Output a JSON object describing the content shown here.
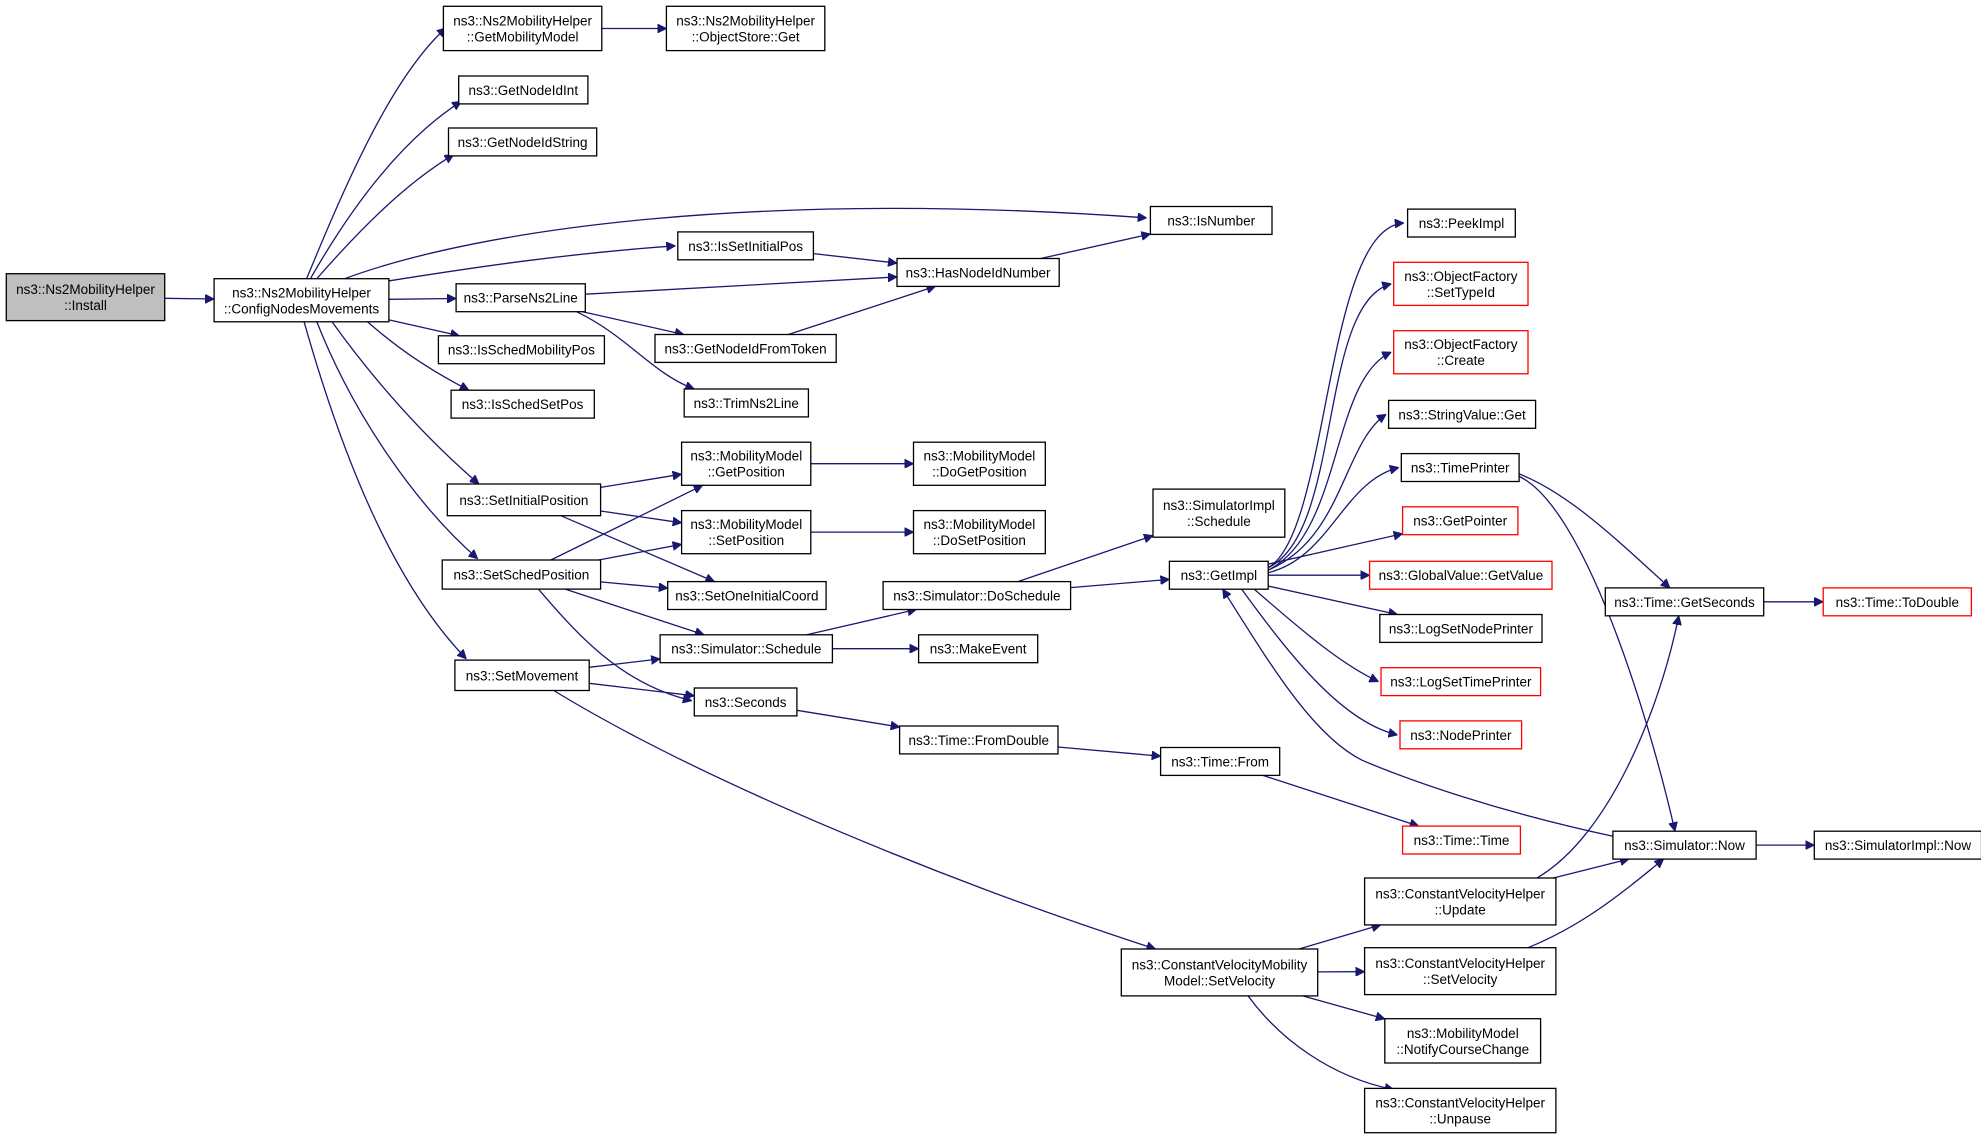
{
  "diagram": {
    "colors": {
      "edge": "#191970",
      "root_fill": "#bfbfbf",
      "node_border": "#000000",
      "truncated_node_border": "#ff0000"
    },
    "nodes": [
      {
        "id": "install",
        "lines": [
          "ns3::Ns2MobilityHelper",
          "::Install"
        ],
        "style": "root"
      },
      {
        "id": "config",
        "lines": [
          "ns3::Ns2MobilityHelper",
          "::ConfigNodesMovements"
        ]
      },
      {
        "id": "getMobilityModel",
        "lines": [
          "ns3::Ns2MobilityHelper",
          "::GetMobilityModel"
        ]
      },
      {
        "id": "objectStoreGet",
        "lines": [
          "ns3::Ns2MobilityHelper",
          "::ObjectStore::Get"
        ]
      },
      {
        "id": "getNodeIdInt",
        "lines": [
          "ns3::GetNodeIdInt"
        ]
      },
      {
        "id": "getNodeIdString",
        "lines": [
          "ns3::GetNodeIdString"
        ]
      },
      {
        "id": "isNumber",
        "lines": [
          "ns3::IsNumber"
        ]
      },
      {
        "id": "isSetInitialPos",
        "lines": [
          "ns3::IsSetInitialPos"
        ]
      },
      {
        "id": "hasNodeIdNumber",
        "lines": [
          "ns3::HasNodeIdNumber"
        ]
      },
      {
        "id": "parseNs2Line",
        "lines": [
          "ns3::ParseNs2Line"
        ]
      },
      {
        "id": "getNodeIdFromToken",
        "lines": [
          "ns3::GetNodeIdFromToken"
        ]
      },
      {
        "id": "trimNs2Line",
        "lines": [
          "ns3::TrimNs2Line"
        ]
      },
      {
        "id": "isSchedMobilityPos",
        "lines": [
          "ns3::IsSchedMobilityPos"
        ]
      },
      {
        "id": "isSchedSetPos",
        "lines": [
          "ns3::IsSchedSetPos"
        ]
      },
      {
        "id": "setInitialPosition",
        "lines": [
          "ns3::SetInitialPosition"
        ]
      },
      {
        "id": "mmGetPosition",
        "lines": [
          "ns3::MobilityModel",
          "::GetPosition"
        ]
      },
      {
        "id": "mmDoGetPosition",
        "lines": [
          "ns3::MobilityModel",
          "::DoGetPosition"
        ]
      },
      {
        "id": "mmSetPosition",
        "lines": [
          "ns3::MobilityModel",
          "::SetPosition"
        ]
      },
      {
        "id": "mmDoSetPosition",
        "lines": [
          "ns3::MobilityModel",
          "::DoSetPosition"
        ]
      },
      {
        "id": "setSchedPosition",
        "lines": [
          "ns3::SetSchedPosition"
        ]
      },
      {
        "id": "setOneInitialCoord",
        "lines": [
          "ns3::SetOneInitialCoord"
        ]
      },
      {
        "id": "simDoSchedule",
        "lines": [
          "ns3::Simulator::DoSchedule"
        ]
      },
      {
        "id": "simImplSchedule",
        "lines": [
          "ns3::SimulatorImpl",
          "::Schedule"
        ]
      },
      {
        "id": "getImpl",
        "lines": [
          "ns3::GetImpl"
        ]
      },
      {
        "id": "setMovement",
        "lines": [
          "ns3::SetMovement"
        ]
      },
      {
        "id": "simSchedule",
        "lines": [
          "ns3::Simulator::Schedule"
        ]
      },
      {
        "id": "makeEvent",
        "lines": [
          "ns3::MakeEvent"
        ]
      },
      {
        "id": "seconds",
        "lines": [
          "ns3::Seconds"
        ]
      },
      {
        "id": "timeFromDouble",
        "lines": [
          "ns3::Time::FromDouble"
        ]
      },
      {
        "id": "timeFrom",
        "lines": [
          "ns3::Time::From"
        ]
      },
      {
        "id": "timeTime",
        "lines": [
          "ns3::Time::Time"
        ],
        "style": "red"
      },
      {
        "id": "peekImpl",
        "lines": [
          "ns3::PeekImpl"
        ]
      },
      {
        "id": "ofSetTypeId",
        "lines": [
          "ns3::ObjectFactory",
          "::SetTypeId"
        ],
        "style": "red"
      },
      {
        "id": "ofCreate",
        "lines": [
          "ns3::ObjectFactory",
          "::Create"
        ],
        "style": "red"
      },
      {
        "id": "stringValueGet",
        "lines": [
          "ns3::StringValue::Get"
        ]
      },
      {
        "id": "timePrinter",
        "lines": [
          "ns3::TimePrinter"
        ]
      },
      {
        "id": "getPointer",
        "lines": [
          "ns3::GetPointer"
        ],
        "style": "red"
      },
      {
        "id": "globalValueGetValue",
        "lines": [
          "ns3::GlobalValue::GetValue"
        ],
        "style": "red"
      },
      {
        "id": "logSetNodePrinter",
        "lines": [
          "ns3::LogSetNodePrinter"
        ]
      },
      {
        "id": "logSetTimePrinter",
        "lines": [
          "ns3::LogSetTimePrinter"
        ],
        "style": "red"
      },
      {
        "id": "nodePrinter",
        "lines": [
          "ns3::NodePrinter"
        ],
        "style": "red"
      },
      {
        "id": "timeGetSeconds",
        "lines": [
          "ns3::Time::GetSeconds"
        ]
      },
      {
        "id": "timeToDouble",
        "lines": [
          "ns3::Time::ToDouble"
        ],
        "style": "red"
      },
      {
        "id": "simNow",
        "lines": [
          "ns3::Simulator::Now"
        ]
      },
      {
        "id": "simImplNow",
        "lines": [
          "ns3::SimulatorImpl::Now"
        ]
      },
      {
        "id": "cvhUpdate",
        "lines": [
          "ns3::ConstantVelocityHelper",
          "::Update"
        ]
      },
      {
        "id": "cvmmSetVelocity",
        "lines": [
          "ns3::ConstantVelocityMobility",
          "Model::SetVelocity"
        ]
      },
      {
        "id": "cvhSetVelocity",
        "lines": [
          "ns3::ConstantVelocityHelper",
          "::SetVelocity"
        ]
      },
      {
        "id": "mmNotifyCourseChange",
        "lines": [
          "ns3::MobilityModel",
          "::NotifyCourseChange"
        ]
      },
      {
        "id": "cvhUnpause",
        "lines": [
          "ns3::ConstantVelocityHelper",
          "::Unpause"
        ]
      }
    ],
    "edges": [
      [
        "install",
        "config"
      ],
      [
        "config",
        "getMobilityModel"
      ],
      [
        "config",
        "getNodeIdInt"
      ],
      [
        "config",
        "getNodeIdString"
      ],
      [
        "config",
        "isNumber"
      ],
      [
        "config",
        "isSetInitialPos"
      ],
      [
        "config",
        "parseNs2Line"
      ],
      [
        "config",
        "isSchedMobilityPos"
      ],
      [
        "config",
        "isSchedSetPos"
      ],
      [
        "config",
        "setInitialPosition"
      ],
      [
        "config",
        "setSchedPosition"
      ],
      [
        "config",
        "setMovement"
      ],
      [
        "getMobilityModel",
        "objectStoreGet"
      ],
      [
        "isSetInitialPos",
        "hasNodeIdNumber"
      ],
      [
        "hasNodeIdNumber",
        "isNumber"
      ],
      [
        "parseNs2Line",
        "hasNodeIdNumber"
      ],
      [
        "parseNs2Line",
        "getNodeIdFromToken"
      ],
      [
        "parseNs2Line",
        "trimNs2Line"
      ],
      [
        "getNodeIdFromToken",
        "hasNodeIdNumber"
      ],
      [
        "setInitialPosition",
        "mmGetPosition"
      ],
      [
        "setInitialPosition",
        "mmSetPosition"
      ],
      [
        "setInitialPosition",
        "setOneInitialCoord"
      ],
      [
        "setSchedPosition",
        "mmGetPosition"
      ],
      [
        "setSchedPosition",
        "mmSetPosition"
      ],
      [
        "setSchedPosition",
        "setOneInitialCoord"
      ],
      [
        "setSchedPosition",
        "simSchedule"
      ],
      [
        "setSchedPosition",
        "seconds"
      ],
      [
        "mmGetPosition",
        "mmDoGetPosition"
      ],
      [
        "mmSetPosition",
        "mmDoSetPosition"
      ],
      [
        "setMovement",
        "simSchedule"
      ],
      [
        "setMovement",
        "seconds"
      ],
      [
        "setMovement",
        "cvmmSetVelocity"
      ],
      [
        "simSchedule",
        "simDoSchedule"
      ],
      [
        "simSchedule",
        "makeEvent"
      ],
      [
        "simDoSchedule",
        "simImplSchedule"
      ],
      [
        "simDoSchedule",
        "getImpl"
      ],
      [
        "seconds",
        "timeFromDouble"
      ],
      [
        "timeFromDouble",
        "timeFrom"
      ],
      [
        "timeFrom",
        "timeTime"
      ],
      [
        "getImpl",
        "peekImpl"
      ],
      [
        "getImpl",
        "ofSetTypeId"
      ],
      [
        "getImpl",
        "ofCreate"
      ],
      [
        "getImpl",
        "stringValueGet"
      ],
      [
        "getImpl",
        "timePrinter"
      ],
      [
        "getImpl",
        "getPointer"
      ],
      [
        "getImpl",
        "globalValueGetValue"
      ],
      [
        "getImpl",
        "logSetNodePrinter"
      ],
      [
        "getImpl",
        "logSetTimePrinter"
      ],
      [
        "getImpl",
        "nodePrinter"
      ],
      [
        "timePrinter",
        "timeGetSeconds"
      ],
      [
        "timePrinter",
        "simNow"
      ],
      [
        "timeGetSeconds",
        "timeToDouble"
      ],
      [
        "simNow",
        "simImplNow"
      ],
      [
        "simNow",
        "getImpl"
      ],
      [
        "cvhUpdate",
        "simNow"
      ],
      [
        "cvhUpdate",
        "timeGetSeconds"
      ],
      [
        "cvhSetVelocity",
        "simNow"
      ],
      [
        "cvmmSetVelocity",
        "cvhUpdate"
      ],
      [
        "cvmmSetVelocity",
        "cvhSetVelocity"
      ],
      [
        "cvmmSetVelocity",
        "mmNotifyCourseChange"
      ],
      [
        "cvmmSetVelocity",
        "cvhUnpause"
      ]
    ]
  }
}
